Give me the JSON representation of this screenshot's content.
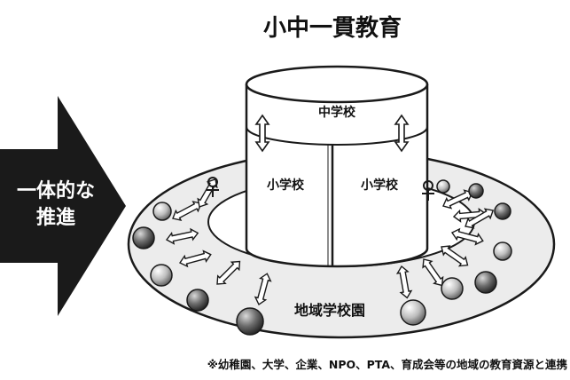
{
  "title": "小中一貫教育",
  "arrow_label": [
    "一体的な",
    "推進"
  ],
  "junior_high": "中学校",
  "elementary_left": "小学校",
  "elementary_right": "小学校",
  "community_zone": "地域学校園",
  "footnote": "※幼稚園、大学、企業、NPO、PTA、育成会等の地域の教育資源と連携",
  "colors": {
    "arrow": "#1a1a1a",
    "outline": "#1a1a1a",
    "ring_fill": "#ececec",
    "disc_fill": "#ffffff"
  }
}
